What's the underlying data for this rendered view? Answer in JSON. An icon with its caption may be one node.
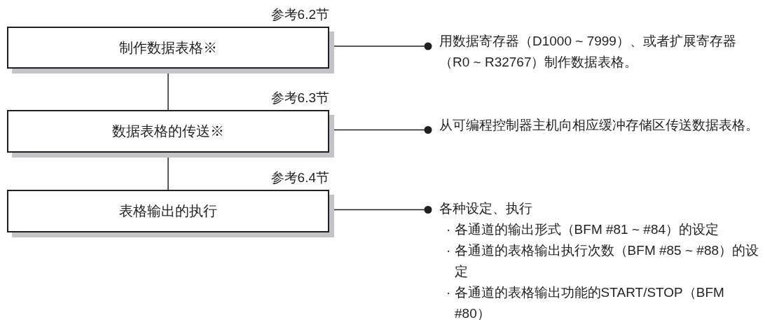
{
  "diagram": {
    "nodes": [
      {
        "text": [
          "制作数据表格※"
        ],
        "beside": [
          "参考6.2节"
        ]
      },
      {
        "text": [
          "用数据寄存器（D1000 ~ 7999）、或者扩展寄存器（R0 ~ R32767）制作数据表格。"
        ]
      },
      {
        "text": [
          "数据表格的传送※"
        ],
        "beside": [
          "参考6.3节"
        ]
      },
      {
        "text": [
          "从可编程控制器主机向相应缓冲存储区传送数据表格。"
        ]
      },
      {
        "text": [
          "表格输出的执行"
        ],
        "beside": [
          "参考6.4节"
        ]
      },
      {
        "text": [
          "各种设定、执行",
          "· 各通道的输出形式（BFM #81 ~ #84）的设定",
          "· 各通道的表格输出执行次数（BFM #85 ~ #88）的设定",
          "· 各通道的表格输出功能的START/STOP（BFM #80）"
        ]
      }
    ],
    "edges": [
      {
        "from": 0,
        "to": 2,
        "arrow": "none"
      },
      {
        "from": 2,
        "to": 4,
        "arrow": "none"
      },
      {
        "from": 0,
        "to": 1,
        "arrow": "other"
      },
      {
        "from": 2,
        "to": 3,
        "arrow": "other"
      },
      {
        "from": 4,
        "to": 5,
        "arrow": "other"
      }
    ]
  }
}
